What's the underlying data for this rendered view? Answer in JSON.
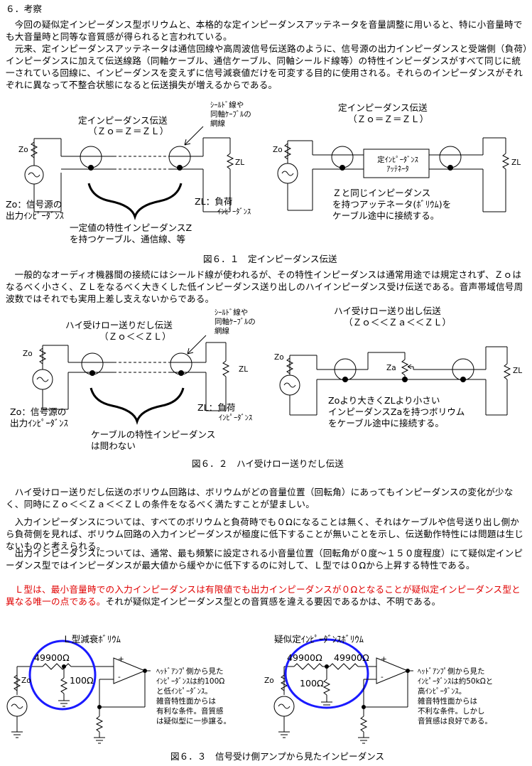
{
  "section_title": "６．考察",
  "paragraphs": {
    "p1": "今回の疑似定インピーダンス型ボリウムと、本格的な定インピーダンスアッテネータを音量調整に用いると、特に小音量時でも大音量時と同等な音質感が得られると言われている。",
    "p2": "元来、定インピーダンスアッテネータは通信回線や高周波信号伝送路のように、信号源の出力インピーダンスと受端側（負荷）インピーダンスに加えて伝送線路（同軸ケーブル、通信ケーブル、同軸シールド線等）の特性インピーダンスがすべて同じに統一されている回線に、インピーダンスを変えずに信号減衰値だけを可変する目的に使用される。それらのインピーダンスがそれぞれに異なって不整合状態になると伝送損失が増えるからである。",
    "p3": "一般的なオーディオ機器間の接続にはシールド線が使われるが、その特性インピーダンスは通常用途では規定されず、Ｚｏはなるべく小さく、ＺＬをなるべく大きくした低インピーダンス送り出しのハイインピーダンス受け伝送である。音声帯域信号周波数ではそれでも実用上差し支えないからである。",
    "p4": "ハイ受けロー送りだし伝送のボリウム回路は、ボリウムがどの音量位置（回転角）にあってもインピーダンスの変化が少なく、同時にＺｏ＜＜Ｚａ＜＜ＺＬの条件をなるべく満たすことが望ましい。",
    "p5": "入力インピーダンスについては、すべてのボリウムと負荷時でも０Ωになることは無く、それはケーブルや信号送り出し側から負荷側を見れば、ボリウム回路の入力インピーダンスが極度に低下することが無いことを示し、伝送動作特性には問題は生じないものと考えられる。",
    "p6": "出力インピーダンスについては、通常、最も頻繁に設定される小音量位置（回転角が０度～１５０度程度）にて疑似定インピーダンス型ではインピーダンスが最大値から緩やかに低下するのに対して、Ｌ型では０Ωから上昇する特性である。",
    "p7_red": "Ｌ型は、最小音量時での入力インピーダンスは有限値でも出力インピーダンスが０Ωとなることが疑似定インピーダンス型と異なる唯一の点である。",
    "p7_black": "それが疑似定インピーダンス型との音質感を違える要因であるかは、不明である。"
  },
  "fig1": {
    "caption": "図６．１　定インピーダンス伝送",
    "left_title": "定インピーダンス伝送",
    "left_formula": "（Ｚｏ＝Ｚ＝ＺＬ）",
    "shield_note": "ｼｰﾙﾄﾞ線や\n同軸ｹｰﾌﾞﾙの\n網線",
    "zo": "Zo",
    "zl": "ZL",
    "source_label": "Zo：信号源の\n出力ｲﾝﾋﾟｰﾀﾞﾝｽ",
    "load_label_1": "ZL：負荷",
    "load_label_2": "ｲﾝﾋﾟｰﾀﾞﾝｽ",
    "cable_label": "一定値の特性インピーダンスZ\nを持つケーブル、通信線、等",
    "right_title": "定インピーダンス伝送",
    "right_formula": "（Ｚｏ＝Ｚ＝ＺＬ）",
    "att_box": "定ｲﾝﾋﾟｰﾀﾞﾝｽ\nｱｯﾃﾈｰﾀ",
    "right_note": "Ｚと同じインピーダンス\nを持つアッテネータ(ﾎﾞﾘｳﾑ)を\nケーブル途中に接続する。"
  },
  "fig2": {
    "caption": "図６．２　ハイ受けロー送りだし伝送",
    "left_title": "ハイ受けロー送りだし伝送",
    "left_formula": "（Ｚｏ＜＜ＺＬ）",
    "shield_note": "ｼｰﾙﾄﾞ線や\n同軸ｹｰﾌﾞﾙの\n網線",
    "zo": "Zo",
    "zl": "ZL",
    "za": "Za",
    "source_label": "Zo：信号源の\n出力ｲﾝﾋﾟｰﾀﾞﾝｽ",
    "load_label_1": "ZL：負荷",
    "load_label_2": "ｲﾝﾋﾟｰﾀﾞﾝｽ",
    "cable_label": "ケーブルの特性インピーダンス\nは問わない",
    "right_title": "ハイ受けロー送り出し伝送",
    "right_formula": "（Ｚｏ＜＜Ｚａ＜＜ＺＬ）",
    "right_note": "Zoより大きくZLより小さい\nインピーダンスZaを持つボリウム\nをケーブル途中に接続する。"
  },
  "fig3": {
    "caption": "図６．３　信号受け側アンプから見たインピーダンス",
    "left_title": "Ｌ型減衰ﾎﾞﾘｳﾑ",
    "left_r1": "49900Ω",
    "left_r2": "100Ω",
    "zo": "Zo",
    "left_note": "ﾍｯﾄﾞｱﾝﾌﾟ側から見た\nｲﾝﾋﾟｰﾀﾞﾝｽは約100Ω\nと低ｲﾝﾋﾟｰﾀﾞﾝｽ。\n雑音特性面からは\n有利な条件。音質感\nは疑似型に一歩譲る。",
    "right_title": "疑似定ｲﾝﾋﾟｰﾀﾞﾝｽﾎﾞﾘｳﾑ",
    "right_r1": "49900Ω",
    "right_r2": "49900Ω",
    "right_r3": "100Ω",
    "right_note": "ﾍｯﾄﾞｱﾝﾌﾟ側から見た\nｲﾝﾋﾟｰﾀﾞﾝｽは約50kΩと\n高ｲﾝﾋﾟｰﾀﾞﾝｽ。\n雑音特性面からは\n不利な条件。しかし\n音質感は良好である。",
    "plus": "+",
    "minus": "-"
  }
}
